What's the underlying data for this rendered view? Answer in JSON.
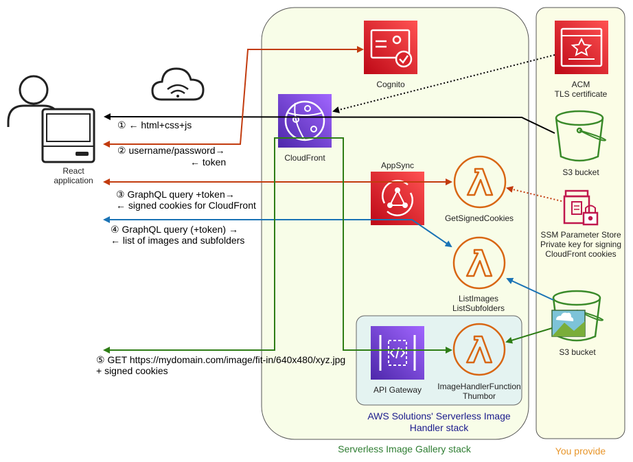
{
  "containers": {
    "gallery_stack": "Serverless Image Gallery stack",
    "you_provide": "You provide",
    "handler_stack_line1": "AWS Solutions' Serverless Image",
    "handler_stack_line2": "Handler stack"
  },
  "client": {
    "line1": "React",
    "line2": "application"
  },
  "services": {
    "cognito": "Cognito",
    "cloudfront": "CloudFront",
    "appsync": "AppSync",
    "get_signed_cookies": "GetSignedCookies",
    "list_images_line1": "ListImages",
    "list_images_line2": "ListSubfolders",
    "api_gateway": "API Gateway",
    "image_handler_line1": "ImageHandlerFunction",
    "image_handler_line2": "Thumbor",
    "acm_line1": "ACM",
    "acm_line2": "TLS certificate",
    "s3_top": "S3 bucket",
    "ssm_line1": "SSM Parameter Store",
    "ssm_line2": "Private key for signing",
    "ssm_line3": "CloudFront cookies",
    "s3_bottom": "S3 bucket"
  },
  "flows": {
    "f1": "① ← html+css+js",
    "f2a": "② username/password→",
    "f2b": "← token",
    "f3a": "③ GraphQL query +token→",
    "f3b": "← signed cookies for CloudFront",
    "f4a": "④ GraphQL query (+token) →",
    "f4b": "← list of images and subfolders",
    "f5a": "⑤ GET https://mydomain.com/image/fit-in/640x480/xyz.jpg",
    "f5b": "+ signed cookies"
  },
  "colors": {
    "flow1": "#000000",
    "flow2": "#c23b0e",
    "flow3": "#c23b0e",
    "flow4": "#1a73b5",
    "flow5": "#2e7d16",
    "gallery_bg": "#f8fde8",
    "lambda": "#d86613",
    "s3": "#3a8a2a",
    "security_red": "#d6242d",
    "purple": "#7b3fd4"
  }
}
